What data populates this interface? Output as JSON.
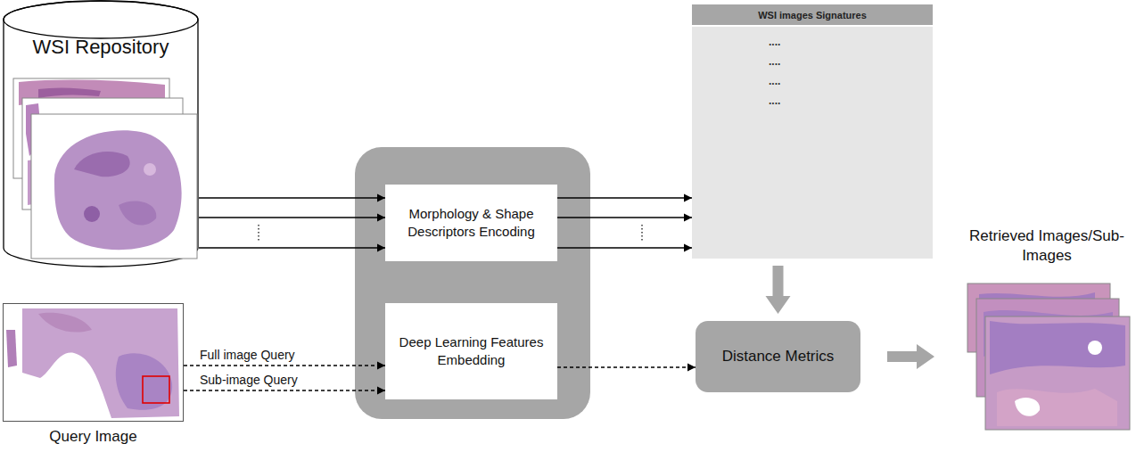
{
  "diagram": {
    "nodes": [
      {
        "text": [
          "WSI Repository"
        ]
      },
      {
        "text": [
          "Query Image"
        ]
      },
      {
        "text": [
          "Morphology & Shape Descriptors Encoding"
        ]
      },
      {
        "text": [
          "Deep Learning Features Embedding"
        ]
      },
      {
        "text": [
          "WSI images Signatures"
        ]
      },
      {
        "text": [
          "Distance Metrics"
        ]
      },
      {
        "text": [
          "Retrieved Images/Sub-Images"
        ]
      }
    ],
    "edges": [
      {
        "from": 0,
        "to": 2,
        "arrow": "to"
      },
      {
        "from": 0,
        "to": 2,
        "arrow": "to"
      },
      {
        "from": 0,
        "to": 2,
        "arrow": "to"
      },
      {
        "from": 2,
        "to": 4,
        "arrow": "to"
      },
      {
        "from": 2,
        "to": 4,
        "arrow": "to"
      },
      {
        "from": 2,
        "to": 4,
        "arrow": "to"
      },
      {
        "from": 1,
        "to": 3,
        "label": "Full image Query",
        "arrow": "to"
      },
      {
        "from": 1,
        "to": 3,
        "label": "Sub-image Query",
        "arrow": "to"
      },
      {
        "from": 3,
        "to": 5,
        "arrow": "to"
      },
      {
        "from": 4,
        "to": 5,
        "arrow": "to"
      },
      {
        "from": 5,
        "to": 6,
        "arrow": "to"
      }
    ],
    "labels": [
      "....",
      "....",
      "....",
      "...."
    ]
  }
}
